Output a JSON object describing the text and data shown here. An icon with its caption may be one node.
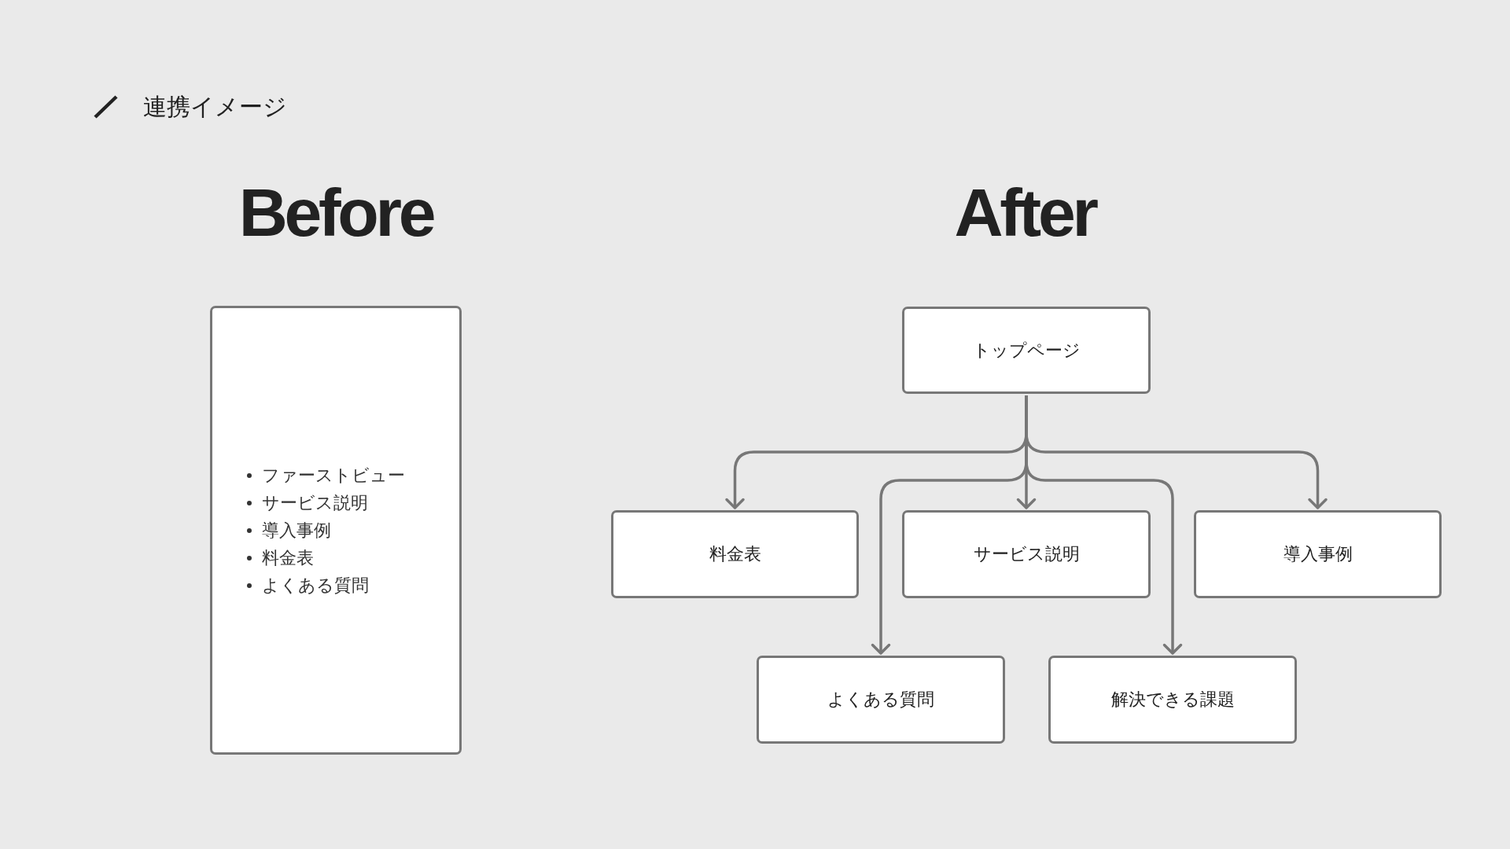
{
  "diagram": {
    "title": "連携イメージ",
    "nodes": [
      {
        "text": [
          "ファーストビュー",
          "サービス説明",
          "導入事例",
          "料金表",
          "よくある質問"
        ]
      },
      {
        "text": [
          "トップページ"
        ]
      },
      {
        "text": [
          "料金表"
        ]
      },
      {
        "text": [
          "サービス説明"
        ]
      },
      {
        "text": [
          "導入事例"
        ]
      },
      {
        "text": [
          "よくある質問"
        ]
      },
      {
        "text": [
          "解決できる課題"
        ]
      }
    ],
    "edges": [
      {
        "from": 1,
        "to": 2,
        "arrow": "to"
      },
      {
        "from": 1,
        "to": 3,
        "arrow": "to"
      },
      {
        "from": 1,
        "to": 4,
        "arrow": "to"
      },
      {
        "from": 1,
        "to": 5,
        "arrow": "to"
      },
      {
        "from": 1,
        "to": 6,
        "arrow": "to"
      }
    ],
    "labels": [
      "Before",
      "After"
    ]
  }
}
